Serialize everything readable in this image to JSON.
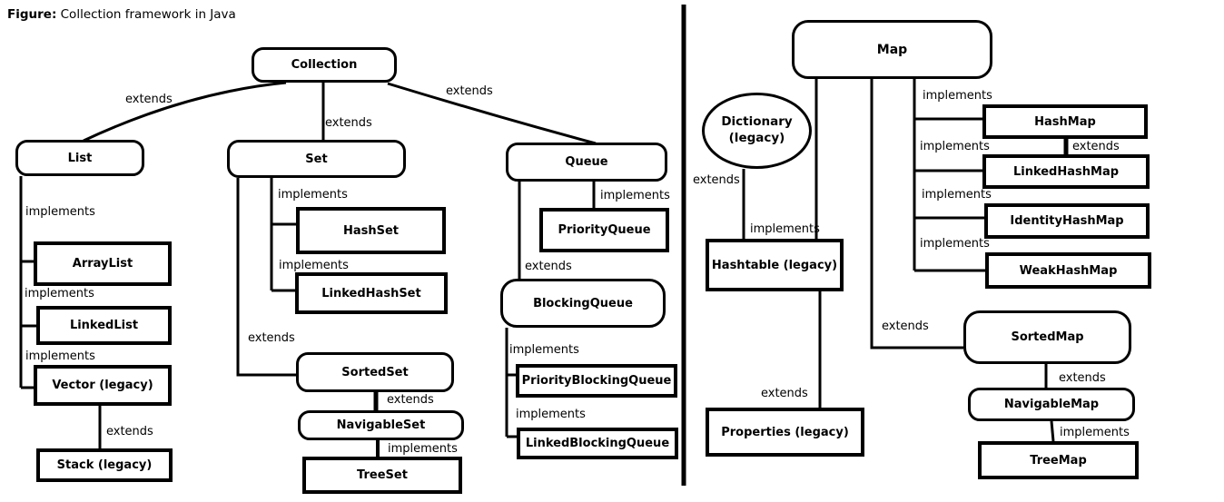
{
  "caption": {
    "prefix": "Figure:",
    "text": " Collection framework in Java"
  },
  "nodes": {
    "collection": "Collection",
    "list": "List",
    "set": "Set",
    "queue": "Queue",
    "arraylist": "ArrayList",
    "linkedlist": "LinkedList",
    "vector": "Vector (legacy)",
    "stack": "Stack (legacy)",
    "hashset": "HashSet",
    "linkedhashset": "LinkedHashSet",
    "sortedset": "SortedSet",
    "navigableset": "NavigableSet",
    "treeset": "TreeSet",
    "priorityqueue": "PriorityQueue",
    "blockingqueue": "BlockingQueue",
    "priorityblockingqueue": "PriorityBlockingQueue",
    "linkedblockingqueue": "LinkedBlockingQueue",
    "map": "Map",
    "dictionary_line1": "Dictionary",
    "dictionary_line2": "(legacy)",
    "hashmap": "HashMap",
    "linkedhashmap": "LinkedHashMap",
    "identityhashmap": "IdentityHashMap",
    "weakhashmap": "WeakHashMap",
    "hashtable": "Hashtable (legacy)",
    "properties": "Properties (legacy)",
    "sortedmap": "SortedMap",
    "navigablemap": "NavigableMap",
    "treemap": "TreeMap"
  },
  "edges": {
    "collection_list": "extends",
    "collection_set": "extends",
    "collection_queue": "extends",
    "list_arraylist": "implements",
    "list_linkedlist": "implements",
    "list_vector": "implements",
    "vector_stack": "extends",
    "set_hashset": "implements",
    "set_linkedhashset": "implements",
    "set_sortedset": "extends",
    "sortedset_navigableset": "extends",
    "navigableset_treeset": "implements",
    "queue_priorityqueue": "implements",
    "queue_blockingqueue": "extends",
    "blockingqueue_priorityblockingqueue": "implements",
    "blockingqueue_linkedblockingqueue": "implements",
    "map_hashmap": "implements",
    "hashmap_linkedhashmap": "extends",
    "map_linkedhashmap": "implements",
    "map_identityhashmap": "implements",
    "map_weakhashmap": "implements",
    "dictionary_hashtable": "extends",
    "map_hashtable": "implements",
    "hashtable_properties": "extends",
    "map_sortedmap": "extends",
    "sortedmap_navigablemap": "extends",
    "navigablemap_treemap": "implements"
  },
  "colors": {
    "ink": "#000000",
    "background": "#ffffff"
  }
}
